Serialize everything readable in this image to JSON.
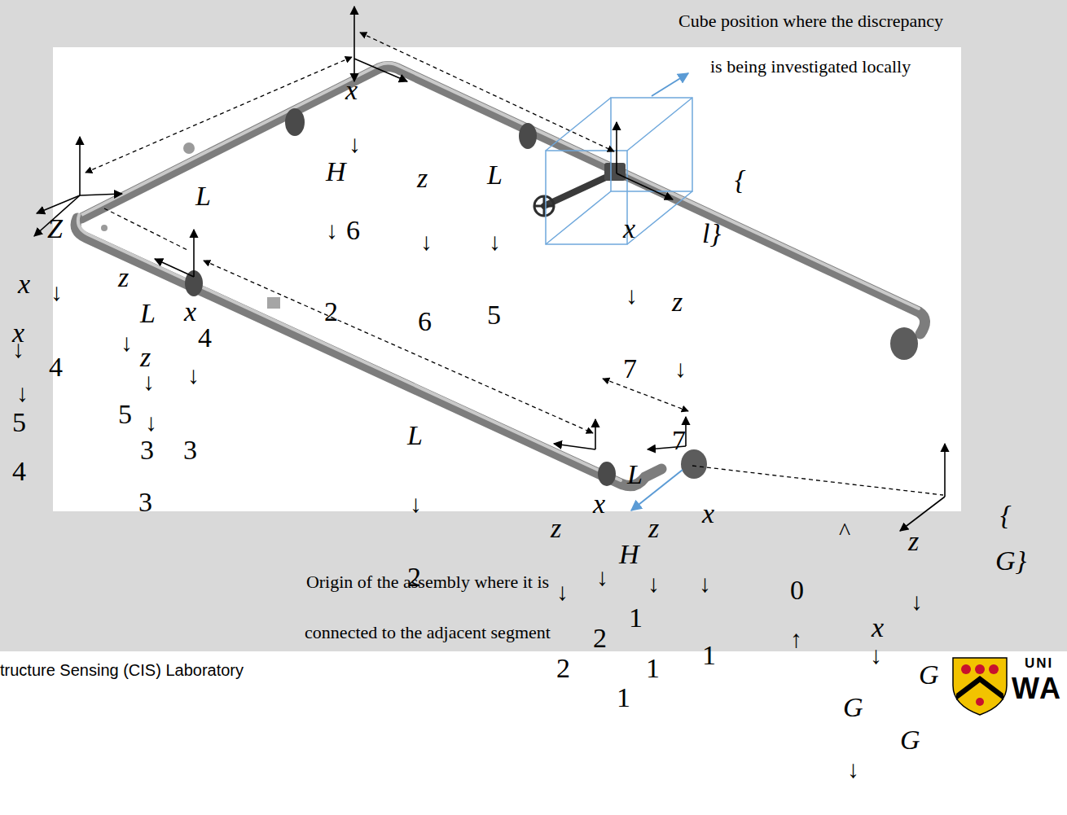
{
  "diagram": {
    "labels": [
      "Cube position where the discrepancy",
      "is being investigated locally",
      "x",
      "↓",
      "H",
      "z",
      "L",
      "{",
      "L",
      "x",
      "l}",
      "Z",
      "↓",
      "6",
      "↓",
      "↓",
      "x",
      "↓",
      "z",
      "L",
      "x",
      "4",
      "2",
      "6",
      "5",
      "↓",
      "z",
      "x",
      "↓",
      "4",
      "↓",
      "z",
      "↓",
      "↓",
      "7",
      "↓",
      "↓",
      "5",
      "5",
      "↓",
      "3",
      "3",
      "L",
      "7",
      "L",
      "4",
      "3",
      "↓",
      "x",
      "x",
      "^",
      "z",
      "{",
      "z",
      "z",
      "H",
      "Origin of the assembly where it is connected to the adjacent segment",
      "2",
      "↓",
      "↓",
      "↓",
      "↓",
      "0",
      "G}",
      "↓",
      "1",
      "x",
      "↑",
      "2",
      "2",
      "1",
      "1",
      "↓",
      "G",
      "1",
      "G",
      "G",
      "↓",
      "tructure Sensing (CIS) Laboratory",
      "UNI",
      "WA"
    ]
  }
}
